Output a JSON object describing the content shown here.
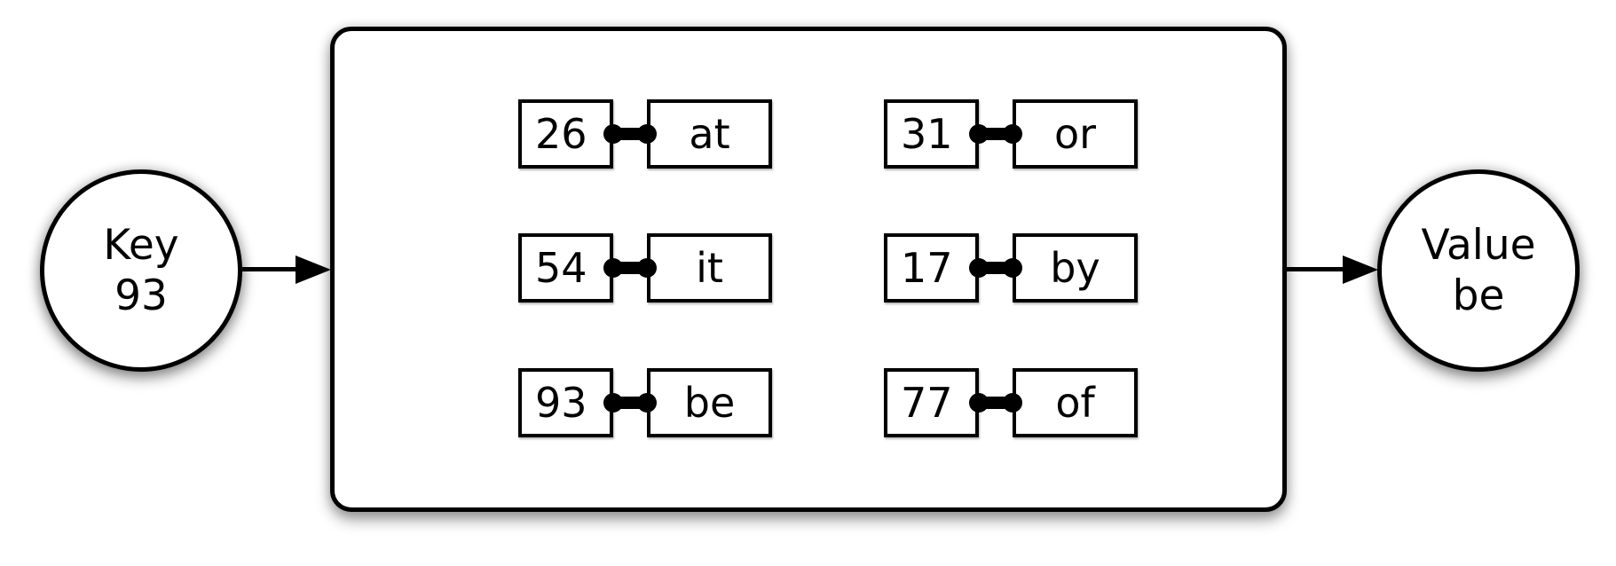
{
  "diagram": {
    "input_node": {
      "label": "Key",
      "value": "93"
    },
    "output_node": {
      "label": "Value",
      "value": "be"
    },
    "pairs": [
      {
        "key": "26",
        "value": "at"
      },
      {
        "key": "31",
        "value": "or"
      },
      {
        "key": "54",
        "value": "it"
      },
      {
        "key": "17",
        "value": "by"
      },
      {
        "key": "93",
        "value": "be"
      },
      {
        "key": "77",
        "value": "of"
      }
    ],
    "colors": {
      "stroke": "#000000",
      "fill": "#ffffff",
      "background": "#ffffff"
    }
  }
}
